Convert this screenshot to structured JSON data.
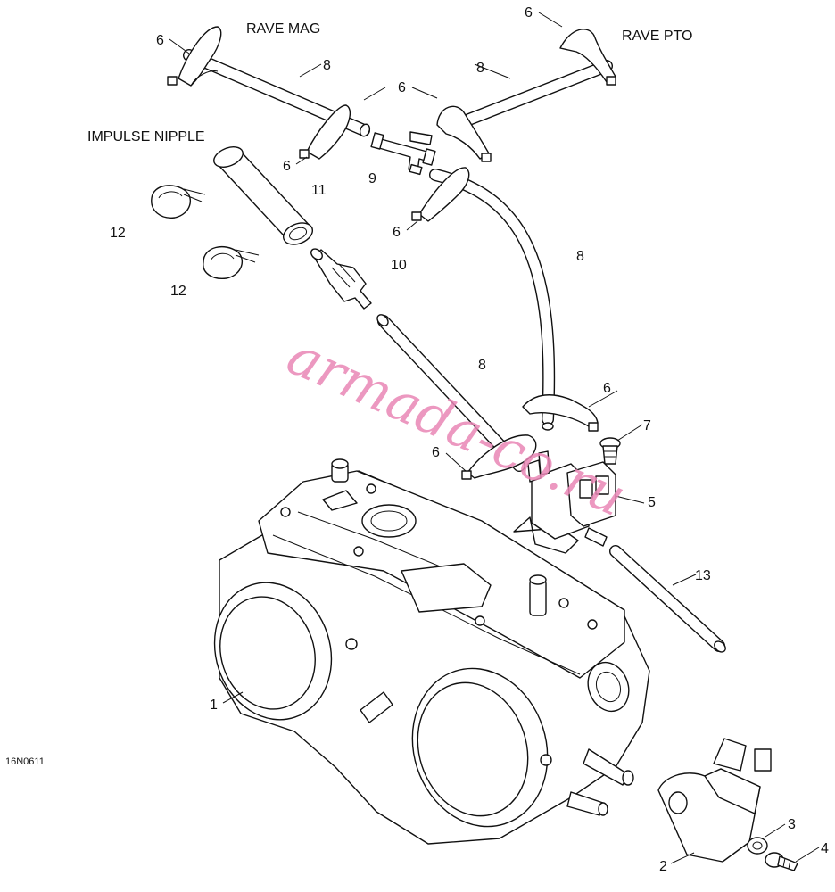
{
  "diagram": {
    "sections": {
      "rave_mag": "RAVE MAG",
      "rave_pto": "RAVE PTO",
      "impulse_nipple": "IMPULSE NIPPLE"
    },
    "drawing_code": "16N0611",
    "watermark": "armada-co.ru",
    "callouts": {
      "c1": "1",
      "c2": "2",
      "c3": "3",
      "c4": "4",
      "c5": "5",
      "c6a": "6",
      "c6b": "6",
      "c6c": "6",
      "c6d": "6",
      "c6e": "6",
      "c6f": "6",
      "c6g": "6",
      "c7": "7",
      "c8a": "8",
      "c8b": "8",
      "c8c": "8",
      "c8d": "8",
      "c9": "9",
      "c10": "10",
      "c11": "11",
      "c12a": "12",
      "c12b": "12",
      "c13": "13"
    },
    "colors": {
      "line": "#111111",
      "background": "#ffffff",
      "watermark": "#e987b6"
    }
  }
}
